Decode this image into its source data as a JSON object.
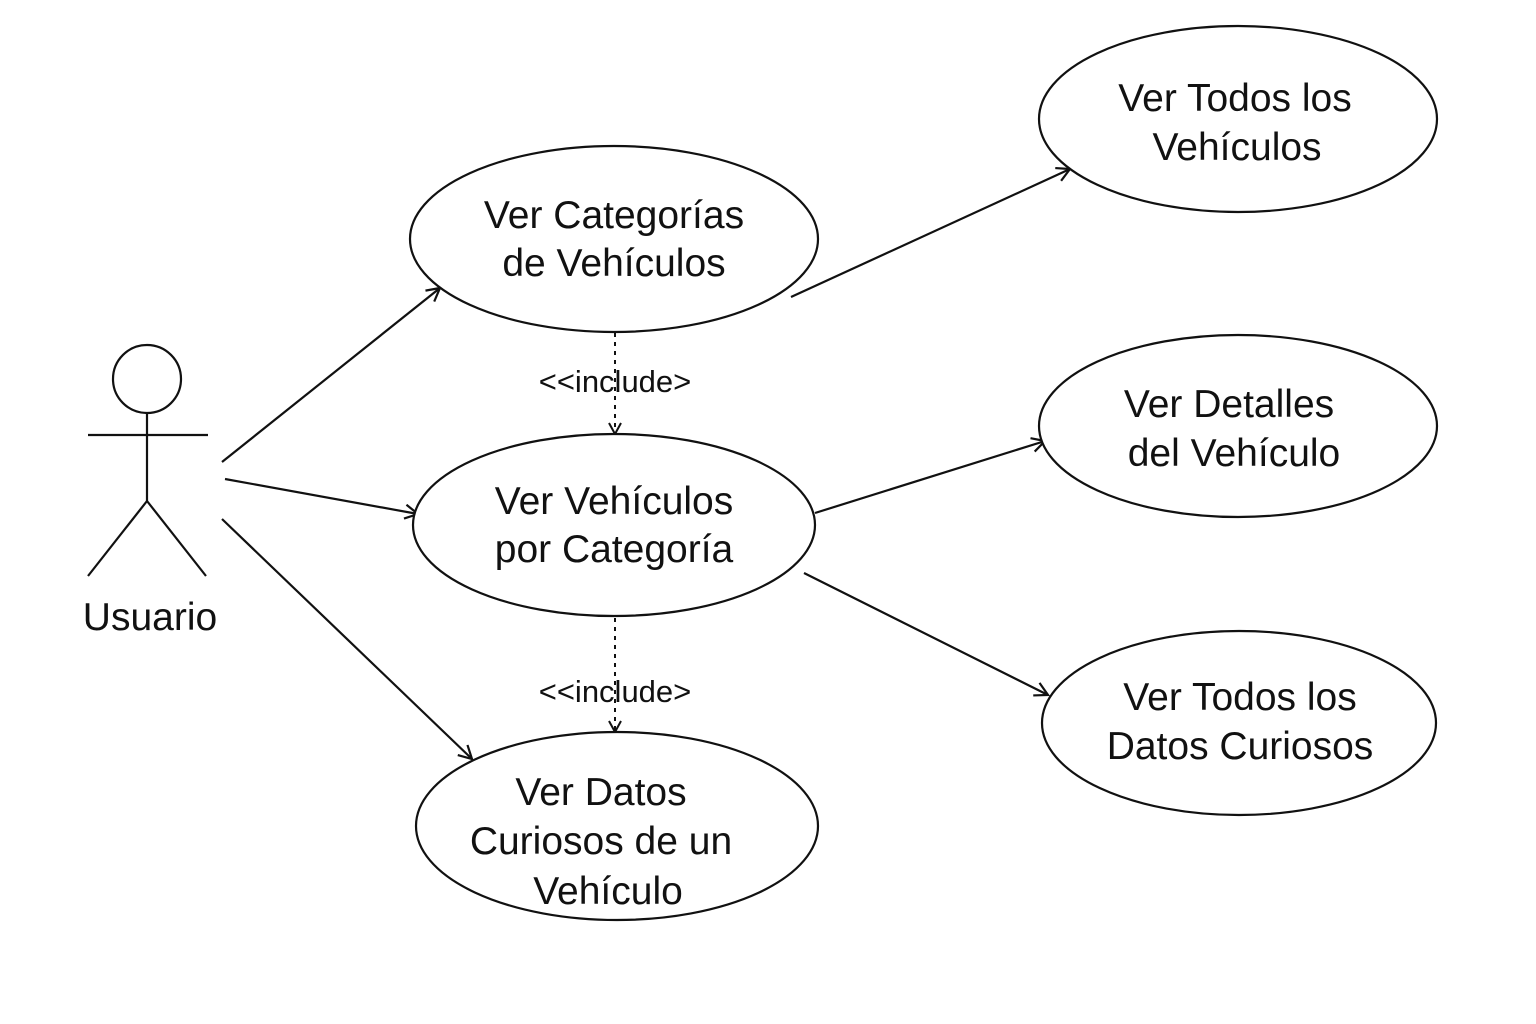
{
  "actor": {
    "label": "Usuario"
  },
  "use_cases": {
    "ver_categorias": {
      "line1": "Ver Categorías",
      "line2": "de Vehículos"
    },
    "ver_vehiculos_categoria": {
      "line1": "Ver Vehículos",
      "line2": "por Categoría"
    },
    "ver_datos_vehiculo": {
      "line1": "Ver Datos",
      "line2": "Curiosos de un",
      "line3": "Vehículo"
    },
    "ver_todos_vehiculos": {
      "line1": "Ver Todos los",
      "line2": "Vehículos"
    },
    "ver_detalles": {
      "line1": "Ver Detalles",
      "line2": "del Vehículo"
    },
    "ver_todos_datos": {
      "line1": "Ver Todos los",
      "line2": "Datos Curiosos"
    }
  },
  "relations": {
    "include_1": "<<include>",
    "include_2": "<<include>"
  },
  "colors": {
    "stroke": "#111111",
    "background": "#ffffff"
  }
}
